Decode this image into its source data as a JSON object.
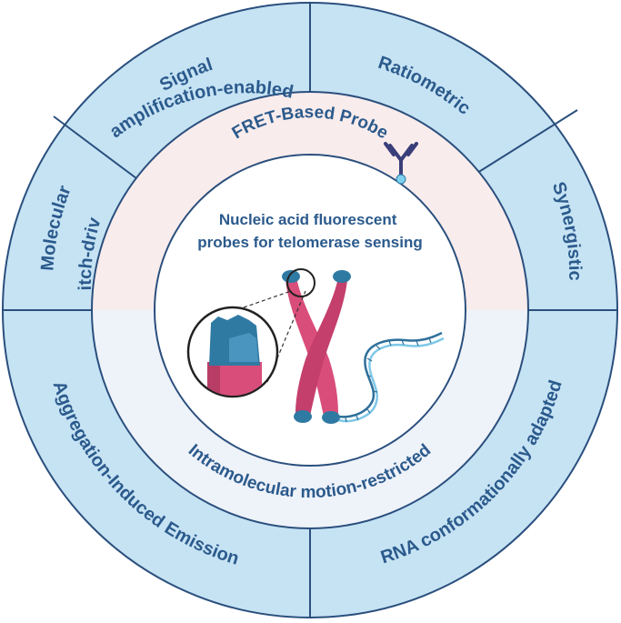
{
  "center": {
    "line1": "Nucleic acid fluorescent",
    "line2": "probes for telomerase sensing"
  },
  "inner_ring": {
    "top": "FRET-Based Probe",
    "bottom": "Intramolecular motion-restricted"
  },
  "outer_ring": {
    "signal_line1": "Signal",
    "signal_line2": "amplification-enabled",
    "ratiometric": "Ratiometric",
    "synergistic": "Synergistic",
    "molecular_line1": "Molecular",
    "molecular_line2": "switch-driven",
    "aggregation": "Aggregation-Induced Emission",
    "rna": "RNA conformationally adapted"
  },
  "colors": {
    "outer_fill": "#c6e3f4",
    "inner_top_fill": "#f9ecec",
    "inner_bottom_fill": "#eef2f9",
    "stroke": "#2a4f7d",
    "text": "#2b5a8c",
    "chromosome": "#d94d7a",
    "telomere": "#2f7aa3"
  }
}
